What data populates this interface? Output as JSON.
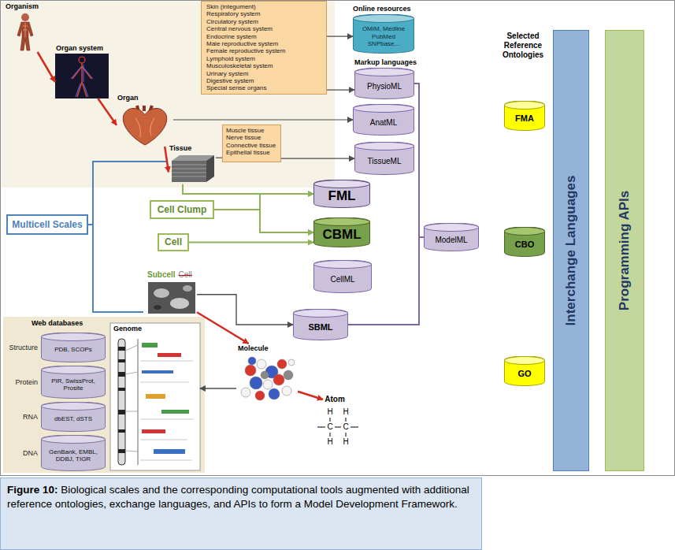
{
  "diagram": {
    "caption": "Figure 10: Biological scales and the corresponding computational tools augmented with additional reference ontologies, exchange languages, and APIs to form a Model Development Framework.",
    "nodes": [
      {
        "text": [
          "Organism"
        ]
      },
      {
        "text": [
          "Skin (integument)",
          "Respiratory system",
          "Circulatory system",
          "Central nervous system",
          "Endocrine system",
          "Male reproductive system",
          "Female reproductive system",
          "Lymphoid system",
          "Musculoskeletal system",
          "Urinary system",
          "Digestive system",
          "Special sense organs"
        ]
      },
      {
        "text": [
          "Online resources",
          "OMIM, Medline PubMed SNPbase..."
        ]
      },
      {
        "text": [
          "Organ system"
        ]
      },
      {
        "text": [
          "Markup languages",
          "PhysioML"
        ]
      },
      {
        "text": [
          "Organ"
        ]
      },
      {
        "text": [
          "AnatML"
        ]
      },
      {
        "text": [
          "Tissue"
        ]
      },
      {
        "text": [
          "Muscle tissue",
          "Nerve tissue",
          "Connective tissue",
          "Epithelial tissue"
        ]
      },
      {
        "text": [
          "TissueML"
        ]
      },
      {
        "text": [
          "Multicell Scales"
        ]
      },
      {
        "text": [
          "Cell Clump"
        ]
      },
      {
        "text": [
          "FML"
        ]
      },
      {
        "text": [
          "Cell"
        ]
      },
      {
        "text": [
          "CBML"
        ]
      },
      {
        "text": [
          "Subcell",
          "Cell"
        ]
      },
      {
        "text": [
          "CellML"
        ]
      },
      {
        "text": [
          "Web databases"
        ]
      },
      {
        "text": [
          "Structure",
          "PDB, SCOPs"
        ],
        "in": 17
      },
      {
        "text": [
          "Protein",
          "PIR, SwissProt, Prosite"
        ],
        "in": 17
      },
      {
        "text": [
          "RNA",
          "dbEST, dSTS"
        ],
        "in": 17
      },
      {
        "text": [
          "DNA",
          "GenBank, EMBL, DDBJ, TIGR"
        ],
        "in": 17
      },
      {
        "text": [
          "Genome"
        ],
        "in": 17
      },
      {
        "text": [
          "SBML"
        ]
      },
      {
        "text": [
          "Molecule"
        ]
      },
      {
        "text": [
          "Atom"
        ]
      },
      {
        "text": [
          "ModelML"
        ]
      },
      {
        "text": [
          "FMA"
        ]
      },
      {
        "text": [
          "CBO"
        ]
      },
      {
        "text": [
          "GO"
        ]
      },
      {
        "text": [
          "Interchange Languages"
        ]
      },
      {
        "text": [
          "Programming APIs"
        ]
      }
    ],
    "edges": [
      {
        "from": 0,
        "to": 3,
        "arrow": "to"
      },
      {
        "from": 3,
        "to": 5,
        "arrow": "to"
      },
      {
        "from": 5,
        "to": 7,
        "arrow": "to"
      },
      {
        "from": 1,
        "to": 2,
        "arrow": "to"
      },
      {
        "from": 1,
        "to": 4,
        "arrow": "to"
      },
      {
        "from": 5,
        "to": 6,
        "arrow": "to"
      },
      {
        "from": 7,
        "to": 8,
        "arrow": "none"
      },
      {
        "from": 8,
        "to": 9,
        "arrow": "to"
      },
      {
        "from": 7,
        "to": 12,
        "arrow": "to"
      },
      {
        "from": 7,
        "to": 14,
        "arrow": "to"
      },
      {
        "from": 11,
        "to": 12,
        "arrow": "to"
      },
      {
        "from": 11,
        "to": 14,
        "arrow": "to"
      },
      {
        "from": 13,
        "to": 14,
        "arrow": "to"
      },
      {
        "from": 15,
        "to": 23,
        "arrow": "to"
      },
      {
        "from": 15,
        "to": 24,
        "arrow": "to"
      },
      {
        "from": 24,
        "to": 22,
        "arrow": "to"
      },
      {
        "from": 24,
        "to": 25,
        "arrow": "to"
      },
      {
        "from": 4,
        "to": 26,
        "arrow": "none"
      },
      {
        "from": 23,
        "to": 26,
        "arrow": "none"
      }
    ],
    "labels": [
      "Selected Reference Ontologies",
      "H",
      "H",
      "C",
      "C",
      "H",
      "H"
    ]
  }
}
